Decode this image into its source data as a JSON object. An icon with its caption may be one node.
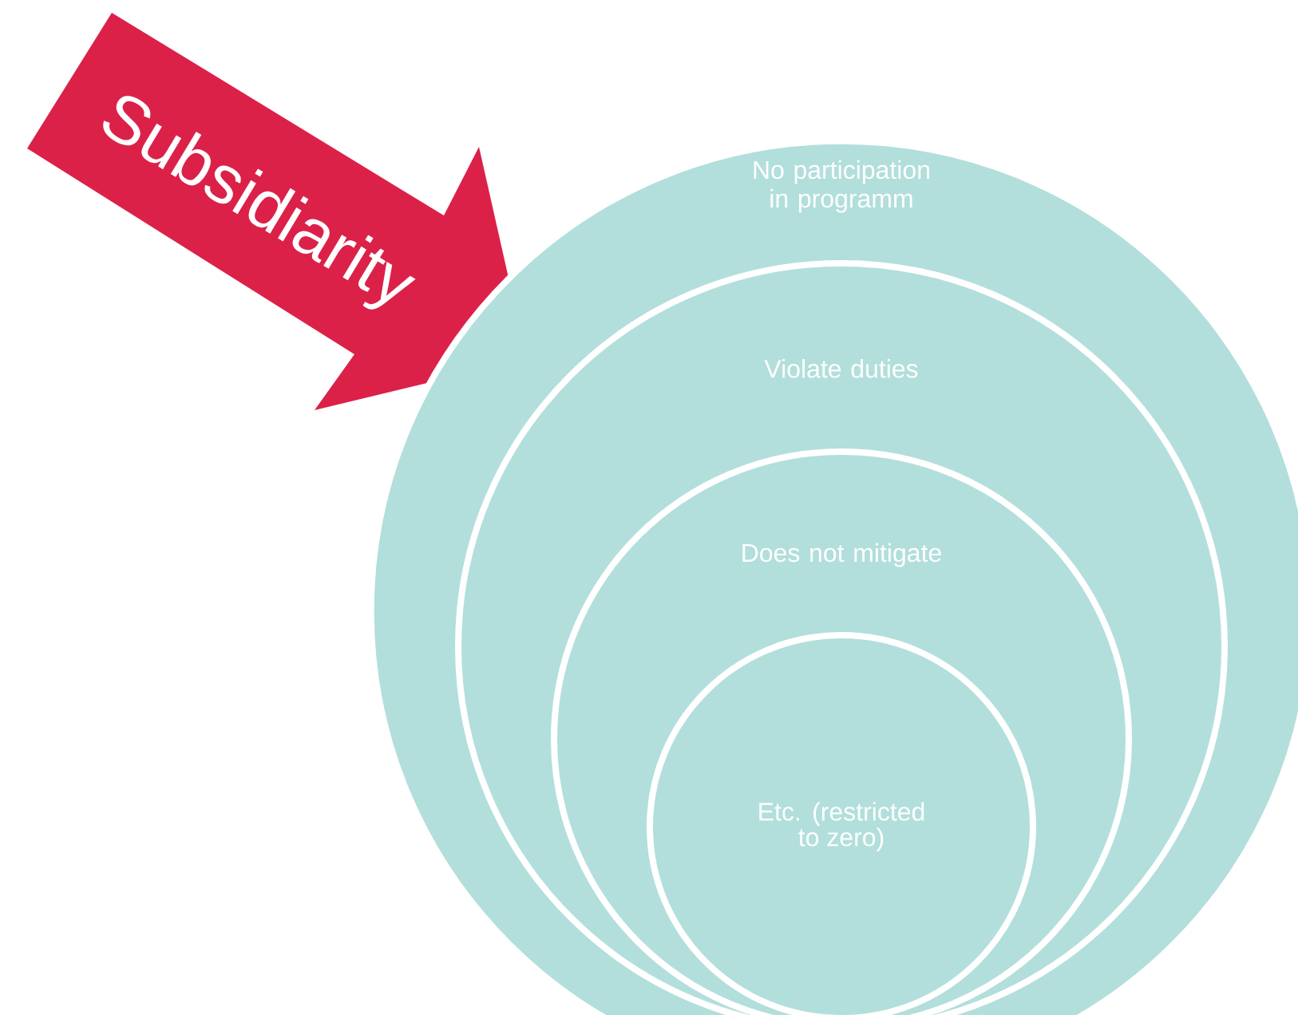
{
  "diagram": {
    "nodes": [
      {
        "text": [
          "Subsidiarity"
        ]
      },
      {
        "text": [
          "No participation in programm"
        ]
      },
      {
        "text": [
          "Violate duties"
        ],
        "in": 1
      },
      {
        "text": [
          "Does not mitigate"
        ],
        "in": 2
      },
      {
        "text": [
          "Etc. (restricted to zero)"
        ],
        "in": 3
      }
    ]
  }
}
